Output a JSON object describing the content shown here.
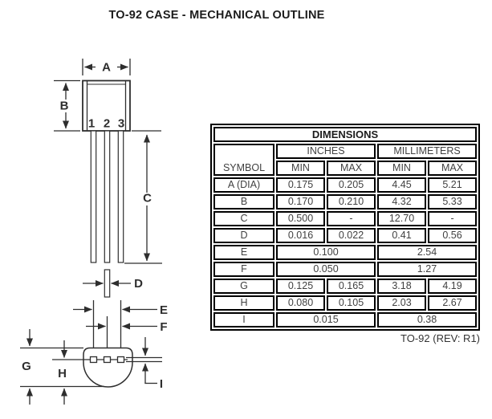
{
  "title": "TO-92 CASE - MECHANICAL OUTLINE",
  "diagram": {
    "pins": [
      "1",
      "2",
      "3"
    ],
    "labels": {
      "A": "A",
      "B": "B",
      "C": "C",
      "D": "D",
      "E": "E",
      "F": "F",
      "G": "G",
      "H": "H",
      "I": "I"
    }
  },
  "table": {
    "title": "DIMENSIONS",
    "group_headers": {
      "inches": "INCHES",
      "millimeters": "MILLIMETERS"
    },
    "col_headers": {
      "symbol": "SYMBOL",
      "min": "MIN",
      "max": "MAX"
    },
    "rows": [
      {
        "symbol": "A (DIA)",
        "in_min": "0.175",
        "in_max": "0.205",
        "mm_min": "4.45",
        "mm_max": "5.21"
      },
      {
        "symbol": "B",
        "in_min": "0.170",
        "in_max": "0.210",
        "mm_min": "4.32",
        "mm_max": "5.33"
      },
      {
        "symbol": "C",
        "in_min": "0.500",
        "in_max": "-",
        "mm_min": "12.70",
        "mm_max": "-"
      },
      {
        "symbol": "D",
        "in_min": "0.016",
        "in_max": "0.022",
        "mm_min": "0.41",
        "mm_max": "0.56"
      },
      {
        "symbol": "E",
        "in_value": "0.100",
        "mm_value": "2.54"
      },
      {
        "symbol": "F",
        "in_value": "0.050",
        "mm_value": "1.27"
      },
      {
        "symbol": "G",
        "in_min": "0.125",
        "in_max": "0.165",
        "mm_min": "3.18",
        "mm_max": "4.19"
      },
      {
        "symbol": "H",
        "in_min": "0.080",
        "in_max": "0.105",
        "mm_min": "2.03",
        "mm_max": "2.67"
      },
      {
        "symbol": "I",
        "in_value": "0.015",
        "mm_value": "0.38"
      }
    ],
    "footnote": "TO-92 (REV: R1)"
  },
  "colors": {
    "line": "#2e2e2e",
    "table_border": "#000000",
    "text": "#414141"
  }
}
